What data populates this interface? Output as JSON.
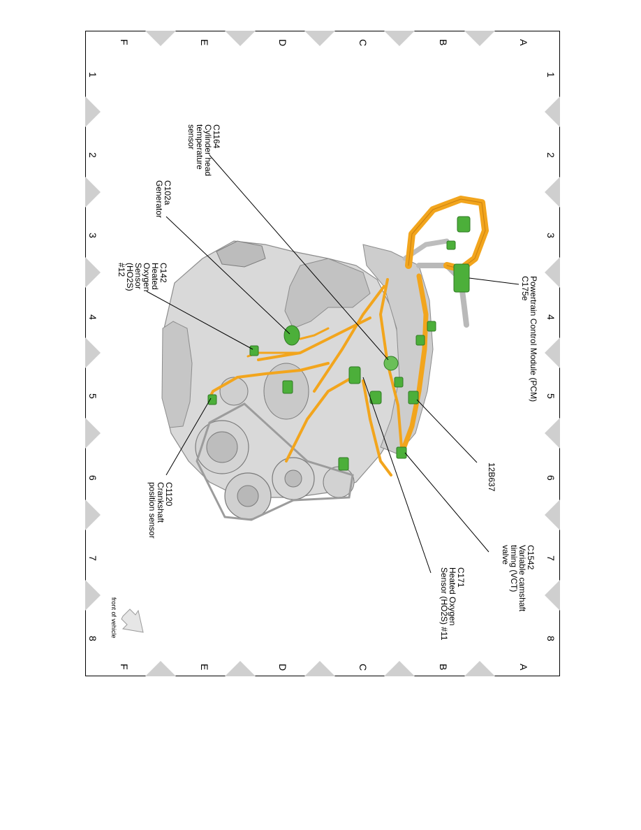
{
  "grid": {
    "rows": [
      "A",
      "B",
      "C",
      "D",
      "E",
      "F"
    ],
    "columns": [
      "1",
      "2",
      "3",
      "4",
      "5",
      "6",
      "7",
      "8"
    ]
  },
  "callouts": [
    {
      "id": "c175e",
      "lines": [
        "Powertrain Control Module (PCM)",
        "C175e"
      ]
    },
    {
      "id": "12b637",
      "lines": [
        "12B637"
      ]
    },
    {
      "id": "c1542",
      "lines": [
        "C1542",
        "Variable camshaft",
        "timing (VCT)",
        "valve"
      ]
    },
    {
      "id": "c171",
      "lines": [
        "C171",
        "Heated Oxygen",
        "Sensor (HO2S) #11"
      ]
    },
    {
      "id": "c1164",
      "lines": [
        "C1164",
        "Cylinder head",
        "temperature",
        "sensor"
      ]
    },
    {
      "id": "c102a",
      "lines": [
        "C102a",
        "Generator"
      ]
    },
    {
      "id": "c142",
      "lines": [
        "C142",
        "Heated",
        "Oxygen",
        "Sensor",
        "(HO2S)",
        "#12"
      ]
    },
    {
      "id": "c1120",
      "lines": [
        "C1120",
        "Crankshaft",
        "position sensor"
      ]
    }
  ],
  "front_indicator": "front of vehicle",
  "colors": {
    "harness": "#f2a51d",
    "harness_dark": "#c97f10",
    "connector": "#4caf3a",
    "connector_dark": "#2f7a24",
    "engine": "#d9d9d9",
    "engine_shade": "#a8a8a8",
    "triangle": "#cfcfcf"
  }
}
